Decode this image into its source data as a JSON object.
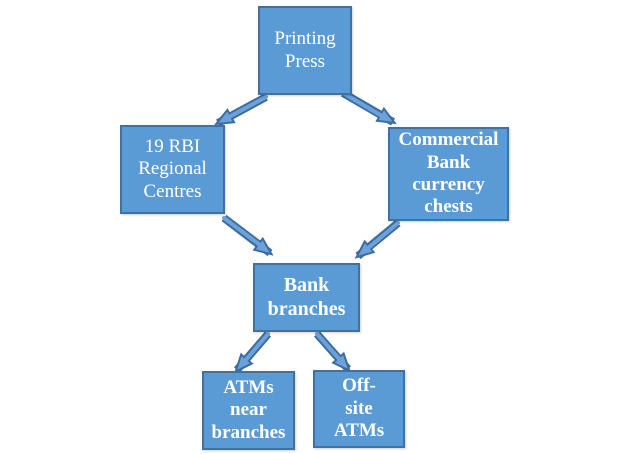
{
  "diagram": {
    "nodes": {
      "printing_press": {
        "label": "Printing\nPress"
      },
      "rbi_regional_centres": {
        "label": "19 RBI\nRegional\nCentres"
      },
      "commercial_bank_currency_chests": {
        "label": "Commercial\nBank\ncurrency\nchests"
      },
      "bank_branches": {
        "label": "Bank\nbranches"
      },
      "atms_near_branches": {
        "label": "ATMs\nnear\nbranches"
      },
      "off_site_atms": {
        "label": "Off-\nsite\nATMs"
      }
    },
    "edges": [
      {
        "from": "Printing Press",
        "to": "19 RBI Regional Centres"
      },
      {
        "from": "Printing Press",
        "to": "Commercial Bank currency chests"
      },
      {
        "from": "19 RBI Regional Centres",
        "to": "Bank branches"
      },
      {
        "from": "Commercial Bank currency chests",
        "to": "Bank branches"
      },
      {
        "from": "Bank branches",
        "to": "ATMs near branches"
      },
      {
        "from": "Bank branches",
        "to": "Off-site ATMs"
      }
    ],
    "colors": {
      "box_fill": "#5b9bd5",
      "box_border": "#41719c",
      "arrow_fill": "#6da1d9",
      "arrow_border": "#3c6da0",
      "text": "#ffffff",
      "background": "#ffffff"
    }
  }
}
